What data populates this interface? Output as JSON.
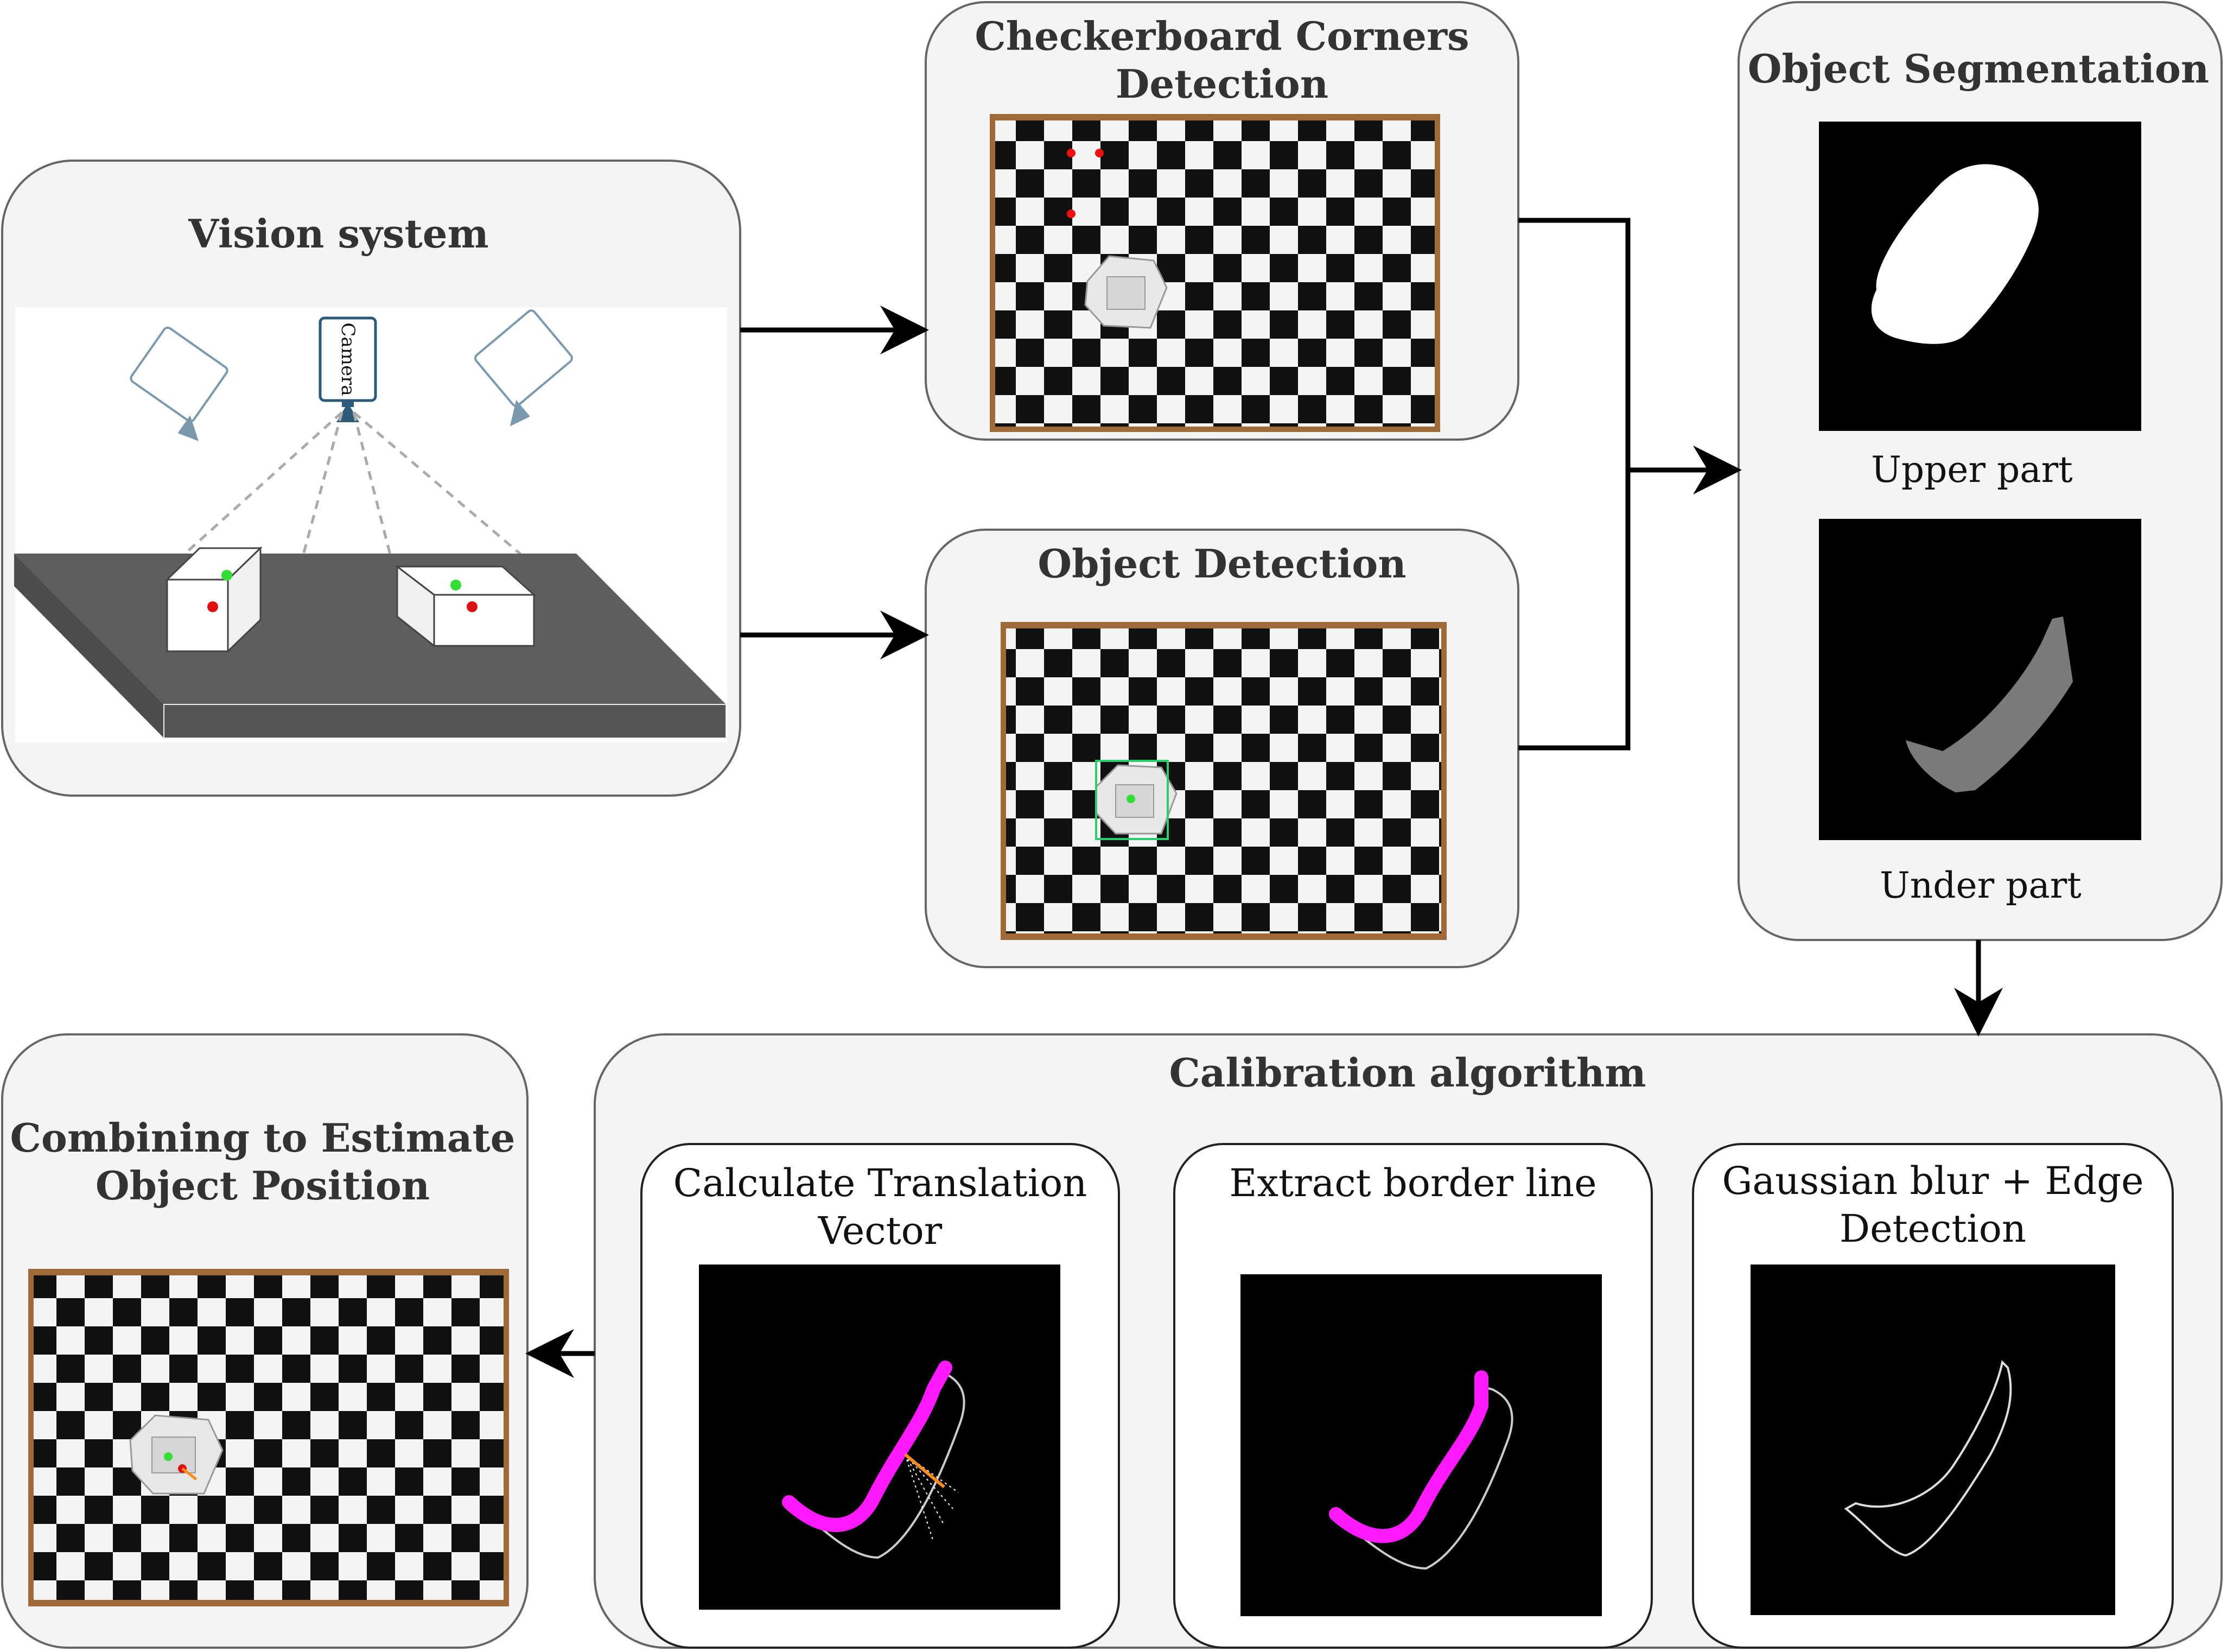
{
  "vision": {
    "title": "Vision system",
    "camera_label": "Camera"
  },
  "checker_corners": {
    "title_line1": "Checkerboard Corners",
    "title_line2": "Detection"
  },
  "object_detection": {
    "title": "Object Detection"
  },
  "segmentation": {
    "title": "Object Segmentation",
    "upper_label": "Upper part",
    "under_label": "Under part"
  },
  "calibration": {
    "title": "Calibration algorithm",
    "step1_line1": "Calculate Translation",
    "step1_line2": "Vector",
    "step2": "Extract border line",
    "step3_line1": "Gaussian blur + Edge",
    "step3_line2": "Detection"
  },
  "combining": {
    "title_line1": "Combining to Estimate",
    "title_line2": "Object Position"
  },
  "colors": {
    "box_fill": "#f5f5f5",
    "box_stroke": "#666666",
    "arrow": "#000000",
    "table": "#5e5e5e",
    "magenta": "#ff1aff",
    "green": "#33dd33",
    "red": "#dd1111",
    "camera_blue": "#2b5a7a"
  }
}
